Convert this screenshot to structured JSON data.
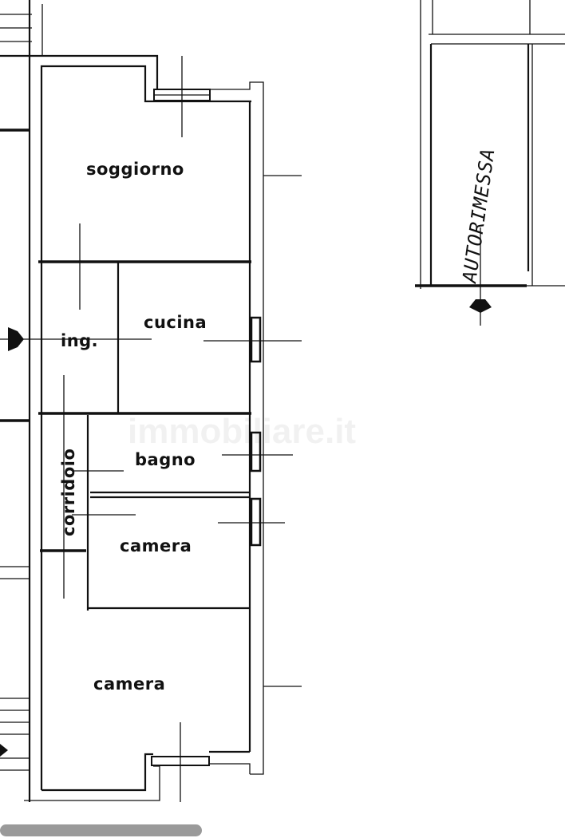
{
  "rooms": {
    "soggiorno": "soggiorno",
    "cucina": "cucina",
    "ingresso": "ing.",
    "corridoio": "corridoio",
    "bagno": "bagno",
    "camera_1": "camera",
    "camera_2": "camera"
  },
  "garage": {
    "label": "AUTORIMESSA"
  },
  "watermark": "immobiliare.it",
  "colors": {
    "line": "#111111",
    "background": "#ffffff",
    "scrollbar": "#9a9a9a"
  }
}
